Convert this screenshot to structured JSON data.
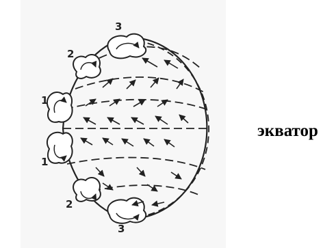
{
  "equator_label": "экватор",
  "cell_labels": {
    "north_3": "3",
    "north_2": "2",
    "north_1": "1",
    "south_1": "1",
    "south_2": "2",
    "south_3": "3"
  }
}
